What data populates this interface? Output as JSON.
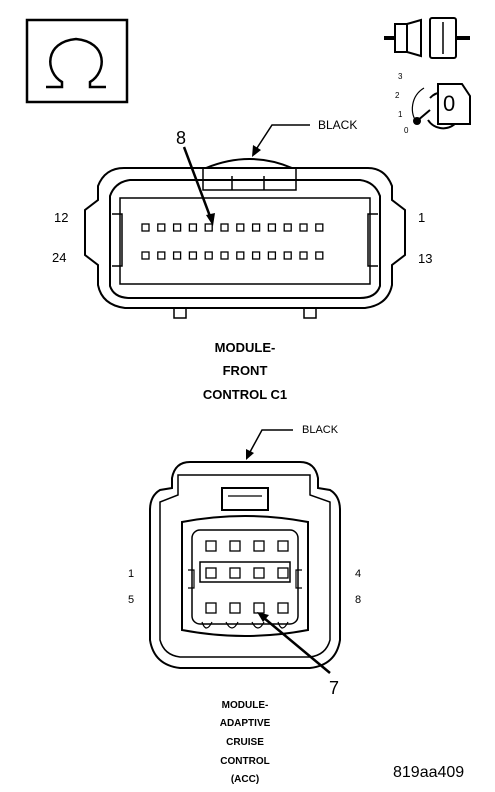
{
  "ohm_icon": {
    "glyph": "Ω",
    "icon": "ohm-meter-icon"
  },
  "ignition_icon": {
    "icon": "ignition-key-off-icon",
    "positions": [
      "3",
      "2",
      "1",
      "0"
    ],
    "key_label": "0"
  },
  "connector_c1": {
    "wire_color": "BLACK",
    "callout": "8",
    "pin_labels": {
      "top_left": "12",
      "top_right": "1",
      "bottom_left": "24",
      "bottom_right": "13"
    },
    "pins_per_row": 12,
    "title_lines": [
      "MODULE-",
      "FRONT",
      "CONTROL C1"
    ]
  },
  "connector_acc": {
    "wire_color": "BLACK",
    "callout": "7",
    "pin_labels": {
      "top_left": "1",
      "top_right": "4",
      "bottom_left": "5",
      "bottom_right": "8"
    },
    "title_lines": [
      "MODULE-",
      "ADAPTIVE",
      "CRUISE",
      "CONTROL",
      "(ACC)"
    ]
  },
  "figure_id": "819aa409"
}
